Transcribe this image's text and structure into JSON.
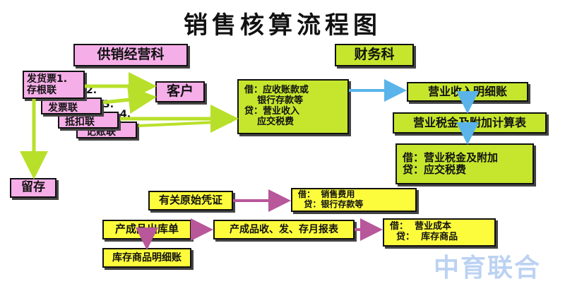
{
  "title": "销售核算流程图",
  "sections": {
    "supply_sales_dept": "供销经营科",
    "finance_dept": "财务科"
  },
  "invoice_stack": {
    "copy1": "发货票1.\n存根联",
    "copy2_num": "2.",
    "copy2": "发票联",
    "copy3_num": "3.",
    "copy3": "抵扣联",
    "copy4_num": "4.",
    "copy4": "记账联"
  },
  "boxes": {
    "customer": "客户",
    "retain": "留存",
    "journal_entry": "借：应收账款或\n    银行存款等\n贷：营业收入\n    应交税费",
    "revenue_detail": "营业收入明细账",
    "tax_calc": "营业税金及附加计算表",
    "tax_entry": "借：营业税金及附加\n贷：应交税费",
    "original_voucher": "有关原始凭证",
    "expense_entry": "借：  销售费用\n  贷：银行存款等",
    "product_outbound": "产成品出库单",
    "inventory_detail": "库存商品明细账",
    "monthly_report": "产成品收、发、存月报表",
    "cost_entry": "借：  营业成本\n  贷：  库存商品"
  },
  "watermark": "中育联合",
  "colors": {
    "pink": "#f6aee8",
    "green": "#c6e62d",
    "yellow": "#fdfc3c",
    "blue_arrow": "#5ab4ea",
    "green_arrow": "#b8e02a",
    "purple_arrow": "#b8579a"
  }
}
